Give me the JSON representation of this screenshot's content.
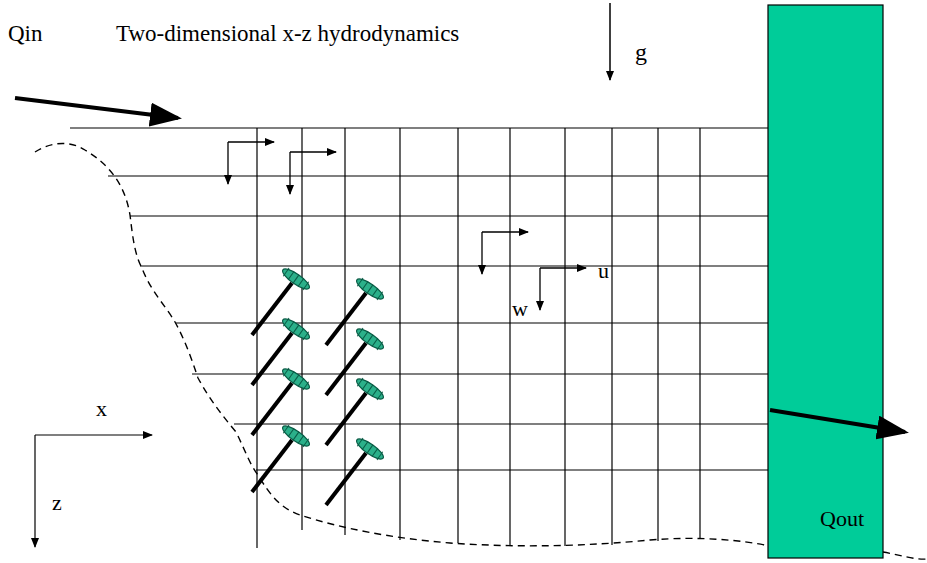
{
  "diagram": {
    "title": "Two-dimensional x-z hydrodynamics",
    "labels": [
      "g",
      "Qin",
      "u",
      "w",
      "x",
      "z",
      "Qout"
    ]
  }
}
